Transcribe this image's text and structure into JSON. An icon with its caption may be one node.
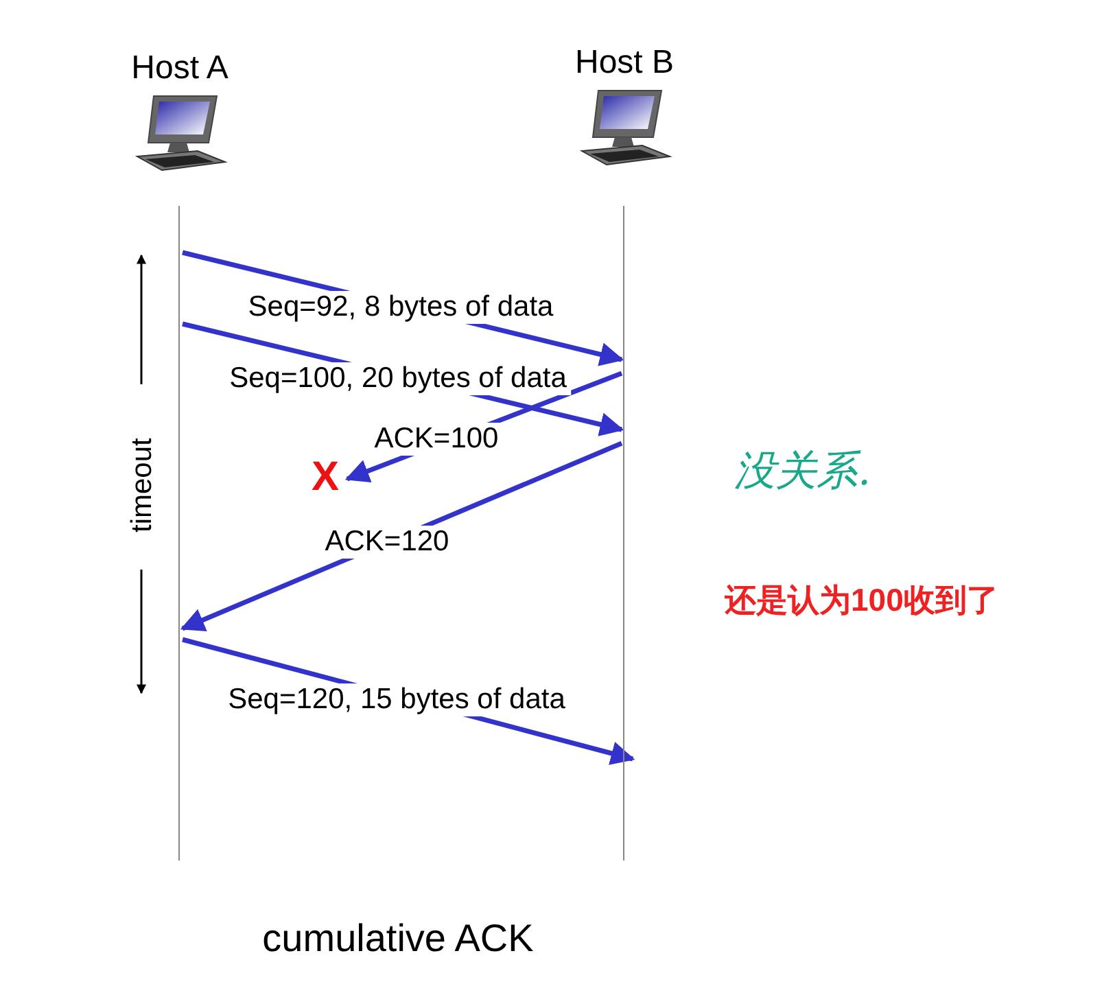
{
  "diagram": {
    "caption": "cumulative ACK",
    "nodes": [
      {
        "text": [
          "Host A"
        ]
      },
      {
        "text": [
          "Host B"
        ]
      },
      {
        "text": [
          "X"
        ]
      }
    ],
    "edges": [
      {
        "from": 0,
        "to": 1,
        "arrow": "to",
        "label": "Seq=92, 8 bytes of data"
      },
      {
        "from": 0,
        "to": 1,
        "arrow": "to",
        "label": "Seq=100, 20 bytes of data"
      },
      {
        "from": 1,
        "to": 2,
        "arrow": "to",
        "label": "ACK=100"
      },
      {
        "from": 1,
        "to": 0,
        "arrow": "to",
        "label": "ACK=120"
      },
      {
        "from": 0,
        "to": 1,
        "arrow": "to",
        "label": "Seq=120,  15 bytes of data"
      }
    ],
    "labels": [
      "timeout",
      "没关系.",
      "还是认为100收到了"
    ]
  }
}
